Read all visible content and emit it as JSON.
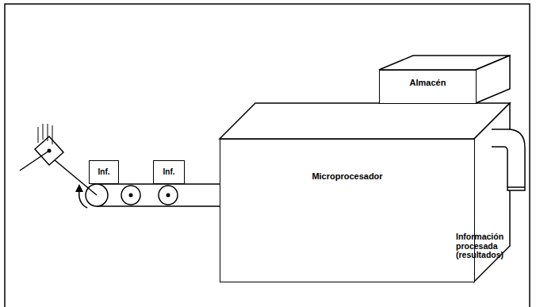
{
  "diagram": {
    "nodes": [
      {
        "text": [
          "Inf."
        ]
      },
      {
        "text": [
          "Inf."
        ]
      },
      {
        "text": [
          "Microprocesador"
        ]
      },
      {
        "text": [
          "Almacén"
        ]
      }
    ],
    "labels": [
      "Información procesada (resultados)"
    ]
  }
}
